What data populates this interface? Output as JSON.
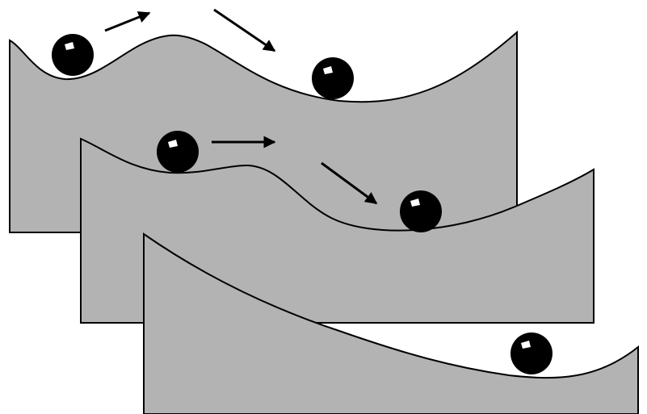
{
  "diagram": {
    "panels": [
      {
        "id": "back",
        "label": ""
      },
      {
        "id": "middle",
        "label": ""
      },
      {
        "id": "front",
        "label": ""
      }
    ],
    "colors": {
      "surface_fill": "#b3b3b3",
      "stroke": "#000000",
      "ball": "#000000",
      "highlight": "#ffffff"
    }
  }
}
